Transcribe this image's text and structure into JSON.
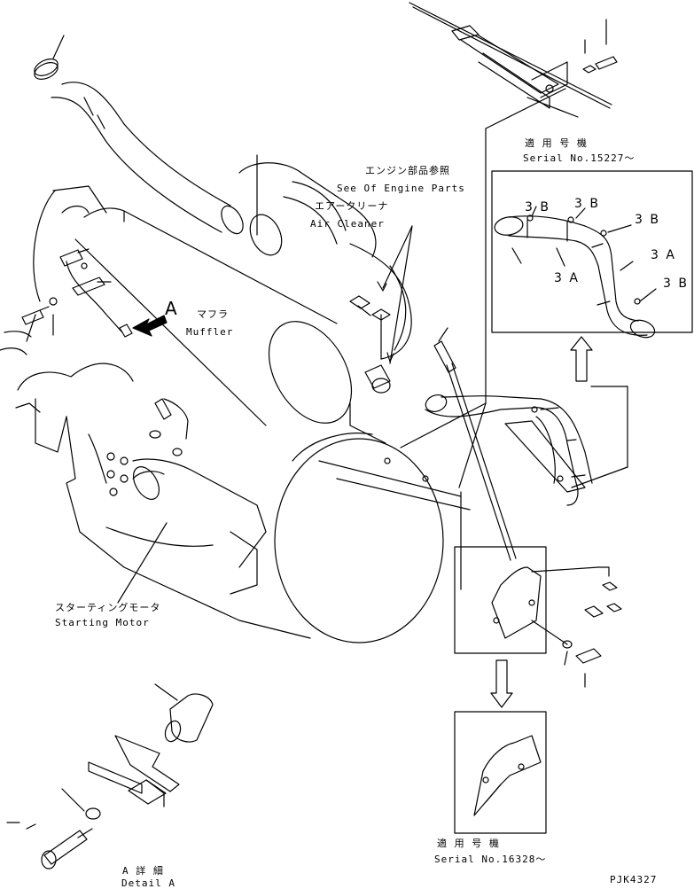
{
  "labels": {
    "engine_parts_jp": "エンジン部品参照",
    "engine_parts_en": "See Of Engine Parts",
    "air_cleaner_jp": "エアークリーナ",
    "air_cleaner_en": "Air Cleaner",
    "muffler_jp": "マフラ",
    "muffler_en": "Muffler",
    "arrow_a": "A",
    "starting_motor_jp": "スターティングモータ",
    "starting_motor_en": "Starting Motor",
    "detail_jp": "A 詳 細",
    "detail_en": "Detail A",
    "serial1_jp": "適 用 号 機",
    "serial1_en": "Serial No.15227～",
    "serial2_jp": "適 用 号 機",
    "serial2_en": "Serial No.16328～",
    "part_3b_1": "3 B",
    "part_3b_2": "3 B",
    "part_3b_3": "3 B",
    "part_3b_4": "3 B",
    "part_3a_1": "3 A",
    "part_3a_2": "3 A",
    "drawing_code": "PJK4327"
  }
}
